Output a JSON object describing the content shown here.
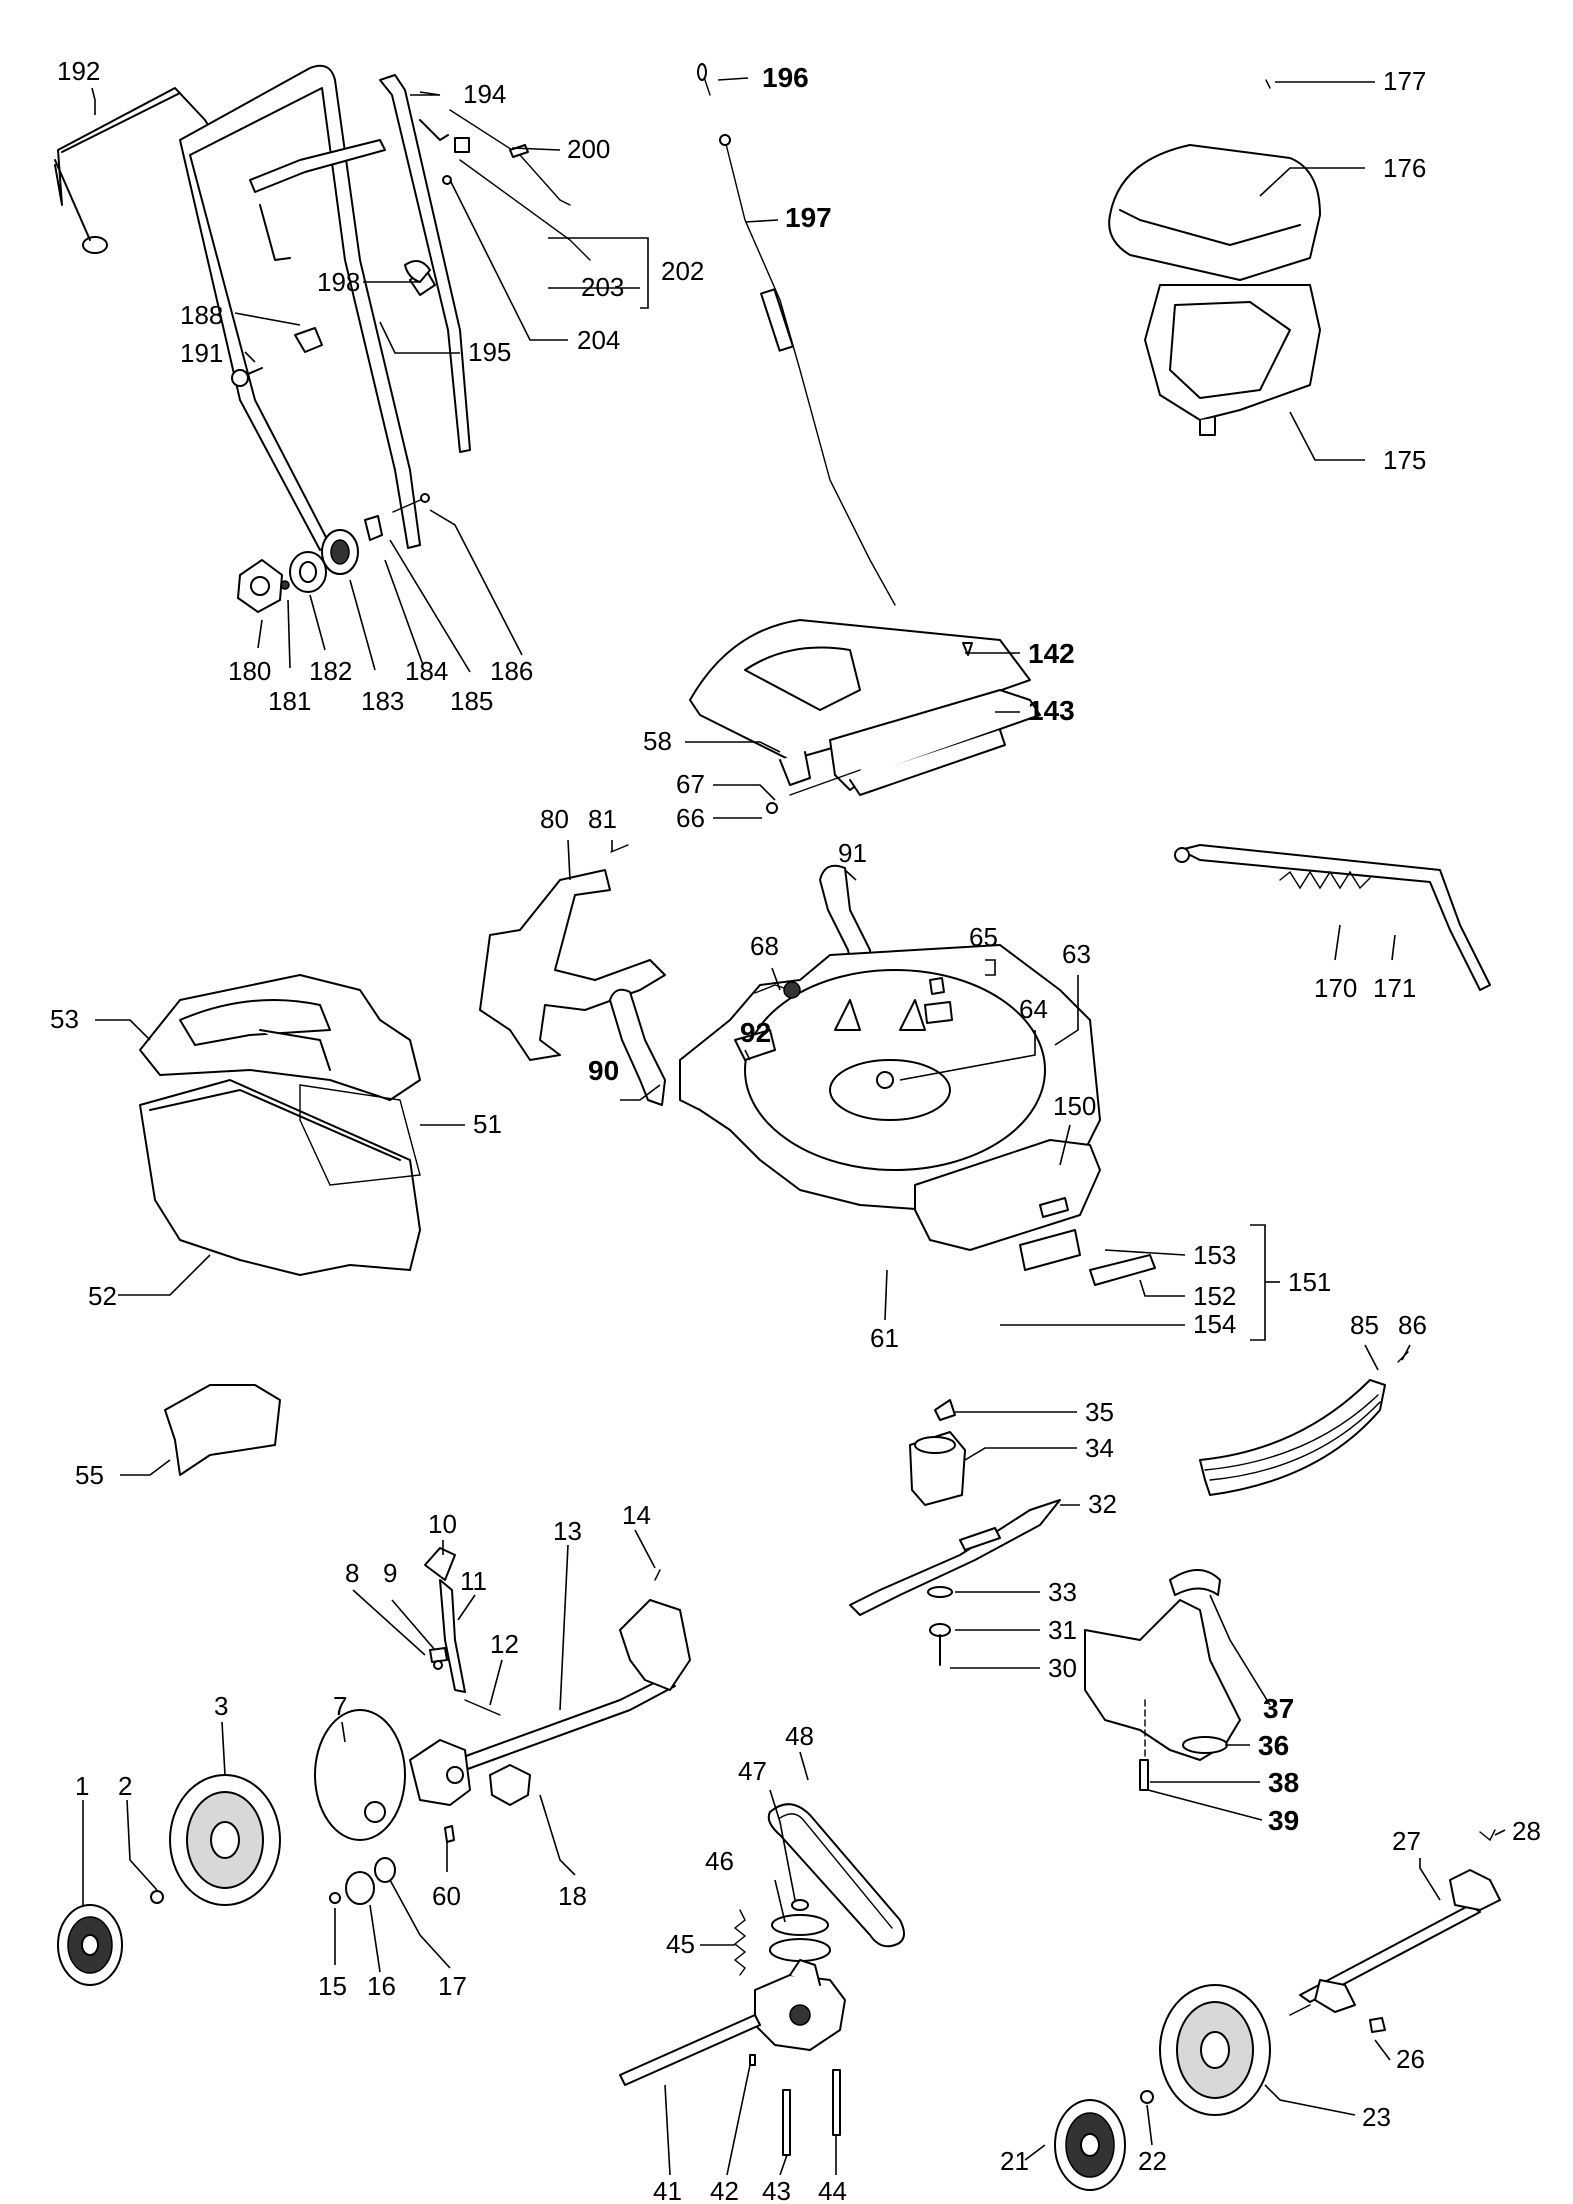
{
  "labels": [
    {
      "id": "192",
      "text": "192"
    },
    {
      "id": "194",
      "text": "194"
    },
    {
      "id": "196",
      "text": "196"
    },
    {
      "id": "177",
      "text": "177"
    },
    {
      "id": "200",
      "text": "200"
    },
    {
      "id": "197",
      "text": "197"
    },
    {
      "id": "176",
      "text": "176"
    },
    {
      "id": "203",
      "text": "203"
    },
    {
      "id": "202",
      "text": "202"
    },
    {
      "id": "198",
      "text": "198"
    },
    {
      "id": "204",
      "text": "204"
    },
    {
      "id": "188",
      "text": "188"
    },
    {
      "id": "191",
      "text": "191"
    },
    {
      "id": "195",
      "text": "195"
    },
    {
      "id": "175",
      "text": "175"
    },
    {
      "id": "186",
      "text": "186"
    },
    {
      "id": "180",
      "text": "180"
    },
    {
      "id": "181",
      "text": "181"
    },
    {
      "id": "182",
      "text": "182"
    },
    {
      "id": "183",
      "text": "183"
    },
    {
      "id": "184",
      "text": "184"
    },
    {
      "id": "185",
      "text": "185"
    },
    {
      "id": "142",
      "text": "142"
    },
    {
      "id": "143",
      "text": "143"
    },
    {
      "id": "58",
      "text": "58"
    },
    {
      "id": "67",
      "text": "67"
    },
    {
      "id": "66",
      "text": "66"
    },
    {
      "id": "80",
      "text": "80"
    },
    {
      "id": "81",
      "text": "81"
    },
    {
      "id": "91",
      "text": "91"
    },
    {
      "id": "65",
      "text": "65"
    },
    {
      "id": "63",
      "text": "63"
    },
    {
      "id": "68",
      "text": "68"
    },
    {
      "id": "64",
      "text": "64"
    },
    {
      "id": "170",
      "text": "170"
    },
    {
      "id": "171",
      "text": "171"
    },
    {
      "id": "53",
      "text": "53"
    },
    {
      "id": "92",
      "text": "92"
    },
    {
      "id": "90",
      "text": "90"
    },
    {
      "id": "150",
      "text": "150"
    },
    {
      "id": "51",
      "text": "51"
    },
    {
      "id": "153",
      "text": "153"
    },
    {
      "id": "152",
      "text": "152"
    },
    {
      "id": "151",
      "text": "151"
    },
    {
      "id": "154",
      "text": "154"
    },
    {
      "id": "52",
      "text": "52"
    },
    {
      "id": "61",
      "text": "61"
    },
    {
      "id": "85",
      "text": "85"
    },
    {
      "id": "86",
      "text": "86"
    },
    {
      "id": "35",
      "text": "35"
    },
    {
      "id": "34",
      "text": "34"
    },
    {
      "id": "55",
      "text": "55"
    },
    {
      "id": "32",
      "text": "32"
    },
    {
      "id": "14",
      "text": "14"
    },
    {
      "id": "10",
      "text": "10"
    },
    {
      "id": "13",
      "text": "13"
    },
    {
      "id": "8",
      "text": "8"
    },
    {
      "id": "9",
      "text": "9"
    },
    {
      "id": "11",
      "text": "11"
    },
    {
      "id": "33",
      "text": "33"
    },
    {
      "id": "31",
      "text": "31"
    },
    {
      "id": "12",
      "text": "12"
    },
    {
      "id": "30",
      "text": "30"
    },
    {
      "id": "3",
      "text": "3"
    },
    {
      "id": "7",
      "text": "7"
    },
    {
      "id": "37",
      "text": "37"
    },
    {
      "id": "36",
      "text": "36"
    },
    {
      "id": "38",
      "text": "38"
    },
    {
      "id": "39",
      "text": "39"
    },
    {
      "id": "1",
      "text": "1"
    },
    {
      "id": "2",
      "text": "2"
    },
    {
      "id": "60",
      "text": "60"
    },
    {
      "id": "18",
      "text": "18"
    },
    {
      "id": "48",
      "text": "48"
    },
    {
      "id": "47",
      "text": "47"
    },
    {
      "id": "27",
      "text": "27"
    },
    {
      "id": "28",
      "text": "28"
    },
    {
      "id": "46",
      "text": "46"
    },
    {
      "id": "45",
      "text": "45"
    },
    {
      "id": "15",
      "text": "15"
    },
    {
      "id": "16",
      "text": "16"
    },
    {
      "id": "17",
      "text": "17"
    },
    {
      "id": "26",
      "text": "26"
    },
    {
      "id": "23",
      "text": "23"
    },
    {
      "id": "41",
      "text": "41"
    },
    {
      "id": "42",
      "text": "42"
    },
    {
      "id": "43",
      "text": "43"
    },
    {
      "id": "44",
      "text": "44"
    },
    {
      "id": "21",
      "text": "21"
    },
    {
      "id": "22",
      "text": "22"
    }
  ]
}
